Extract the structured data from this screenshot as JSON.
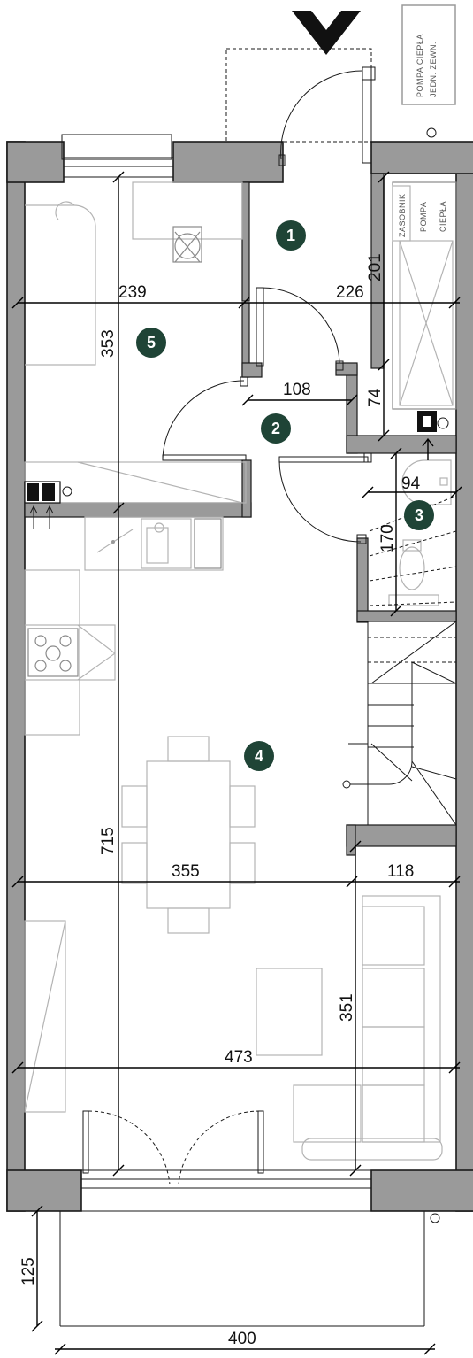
{
  "rooms": [
    {
      "number": "1"
    },
    {
      "number": "2"
    },
    {
      "number": "3"
    },
    {
      "number": "4"
    },
    {
      "number": "5"
    }
  ],
  "dimensions": {
    "d239": "239",
    "d226": "226",
    "d201": "201",
    "d353": "353",
    "d108": "108",
    "d74": "74",
    "d94": "94",
    "d170": "170",
    "d715": "715",
    "d355": "355",
    "d118": "118",
    "d351": "351",
    "d473": "473",
    "d125": "125",
    "d400": "400"
  },
  "labels": {
    "heat_pump_outdoor": [
      "POMPA CIEPŁA",
      "JEDN. ZEWN."
    ],
    "tank_heat_pump": [
      "ZASOBNIK",
      "POMPA",
      "CIEPŁA"
    ]
  },
  "icons": {
    "entrance": "entrance-arrow-icon"
  }
}
